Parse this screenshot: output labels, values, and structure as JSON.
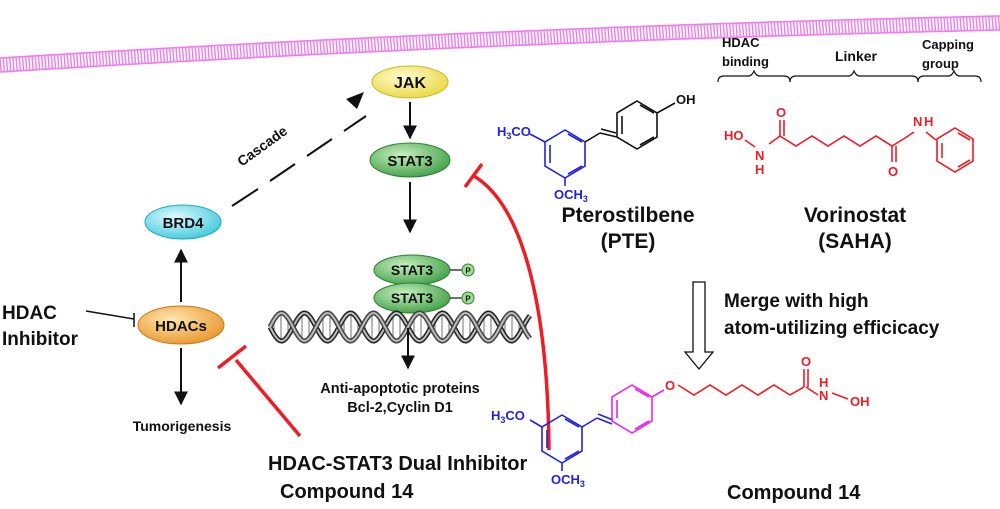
{
  "pathway": {
    "jak": "JAK",
    "stat3": "STAT3",
    "stat3_dimer_top": "STAT3",
    "stat3_dimer_bottom": "STAT3",
    "phospho": "P",
    "brd4": "BRD4",
    "hdacs": "HDACs",
    "cascade": "Cascade",
    "hdac_inhibitor_line1": "HDAC",
    "hdac_inhibitor_line2": "Inhibitor",
    "tumorigenesis": "Tumorigenesis",
    "anti_apoptotic_line1": "Anti-apoptotic proteins",
    "anti_apoptotic_line2": "Bcl-2,Cyclin D1",
    "dual_inhibitor_line1": "HDAC-STAT3 Dual Inhibitor",
    "dual_inhibitor_line2": "Compound 14"
  },
  "pterostilbene": {
    "name": "Pterostilbene",
    "abbr": "(PTE)",
    "oh": "OH",
    "h3co": "H",
    "h3co_sub": "3",
    "h3co_tail": "CO",
    "och3": "OCH",
    "och3_sub": "3"
  },
  "vorinostat": {
    "name": "Vorinostat",
    "abbr": "(SAHA)",
    "ho": "HO",
    "n1": "N",
    "h1": "H",
    "o1": "O",
    "o2": "O",
    "nh": "N",
    "nh_h": "H"
  },
  "saha_regions": {
    "binding_line1": "HDAC",
    "binding_line2": "binding",
    "linker": "Linker",
    "capping_line1": "Capping",
    "capping_line2": "group"
  },
  "merge": {
    "line1": "Merge with high",
    "line2": "atom-utilizing efficicacy"
  },
  "compound14": {
    "name": "Compound 14",
    "h3co": "H",
    "h3co_sub": "3",
    "h3co_tail": "CO",
    "och3": "OCH",
    "och3_sub": "3",
    "ether_o": "O",
    "carbonyl_o": "O",
    "n": "N",
    "n_h": "H",
    "oh": "OH"
  },
  "colors": {
    "membrane": "#f07cf0",
    "jak": "#f4ea6a",
    "stat3": "#6cc36c",
    "brd4": "#7fe6f0",
    "hdacs": "#f4b45c",
    "inhibit": "#ee1c25",
    "blue": "#2222dd",
    "red": "#ee1c25",
    "magenta": "#ee22ee"
  }
}
